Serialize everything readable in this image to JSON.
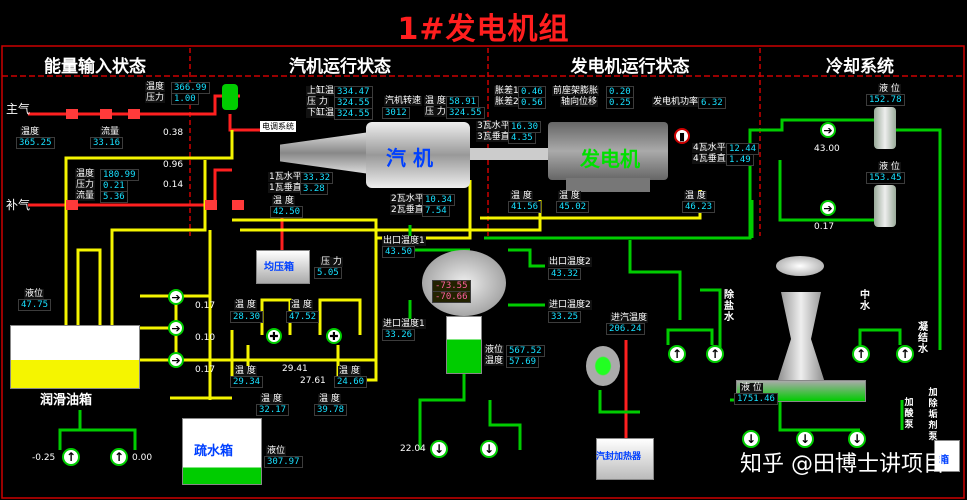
{
  "title": "1#发电机组",
  "sections": [
    "能量输入状态",
    "汽机运行状态",
    "发电机运行状态",
    "冷却系统"
  ],
  "inputs": {
    "main_steam": "主气",
    "make_up": "补气",
    "main_temp_label": "温度",
    "main_temp": "365.25",
    "flow_label": "流量",
    "flow": "33.16",
    "top_temp_label": "温度",
    "top_temp": "366.99",
    "top_pres_label": "压力",
    "top_pres": "1.00",
    "p1": "0.38",
    "p2": "0.96",
    "p3": "0.14",
    "aux_temp_label": "温度",
    "aux_temp": "180.99",
    "aux_pres_label": "压力",
    "aux_pres": "0.21",
    "aux_flow_label": "流量",
    "aux_flow": "5.36",
    "tank_level_label": "液位",
    "tank_level": "47.75",
    "tank_name": "润滑油箱",
    "pump_vals": [
      "0.17",
      "0.10",
      "0.17"
    ],
    "drain_name": "疏水箱",
    "drain_level_label": "液位",
    "drain_level": "307.97",
    "bottom_vals": [
      "-0.25",
      "0.00"
    ]
  },
  "turbine": {
    "name": "汽 机",
    "governor": "电调系统",
    "upper_cyl_label": "上缸温",
    "upper_cyl": "334.47",
    "pres_label": "压 力",
    "pres": "324.55",
    "lower_cyl_label": "下缸温",
    "lower_cyl": "324.55",
    "speed_label": "汽机转速",
    "speed": "3012",
    "temp_label": "温 度",
    "temp": "58.91",
    "pres2_label": "压 力",
    "pres2": "324.55",
    "vib1h_label": "1瓦水平",
    "vib1h": "33.32",
    "vib1v_label": "1瓦垂直",
    "vib1v": "3.28",
    "vib2h_label": "2瓦水平",
    "vib2h": "10.34",
    "vib2v_label": "2瓦垂直",
    "vib2v": "7.54",
    "vib3h_label": "3瓦水平",
    "vib3h": "16.30",
    "vib3v_label": "3瓦垂直",
    "vib3v": "4.35",
    "t_small_label": "温 度",
    "t_small": "42.50",
    "balance_name": "均压箱",
    "balance_pres_label": "压 力",
    "balance_pres": "5.05",
    "mid_temps": [
      {
        "label": "温 度",
        "value": "28.30"
      },
      {
        "label": "温 度",
        "value": "47.52"
      },
      {
        "label": "温 度",
        "value": "29.34"
      },
      {
        "label": "温 度",
        "value": "24.60"
      },
      {
        "label": "温 度",
        "value": "32.17"
      },
      {
        "label": "温 度",
        "value": "39.78"
      }
    ],
    "mid_flows": [
      "29.41",
      "27.61"
    ]
  },
  "generator": {
    "name": "发电机",
    "diff1_label": "胀差1",
    "diff1": "0.46",
    "diff2_label": "胀差2",
    "diff2": "0.56",
    "front_label": "前座架膨胀",
    "front": "0.20",
    "axial_label": "轴向位移",
    "axial": "0.25",
    "power_label": "发电机功率",
    "power": "6.32",
    "vib4h_label": "4瓦水平",
    "vib4h": "12.44",
    "vib4v_label": "4瓦垂直",
    "vib4v": "1.49",
    "t_a_label": "温 度",
    "t_a": "41.56",
    "t_b_label": "温 度",
    "t_b": "45.02",
    "t_c_label": "温 度",
    "t_c": "46.23",
    "outlet1_label": "出口温度1",
    "outlet1": "43.50",
    "outlet2_label": "出口温度2",
    "outlet2": "43.32",
    "inlet2_label": "进口温度2",
    "inlet2": "33.25",
    "inlet1_label": "进口温度1",
    "inlet1": "33.26",
    "cond_a": "-73.55",
    "cond_b": "-70.66",
    "cond_level_label": "液位",
    "cond_level": "567.52",
    "cond_temp_label": "温度",
    "cond_temp": "57.69",
    "steam_in_label": "进汽温度",
    "steam_in": "206.24",
    "heater_name": "汽封加热器",
    "bottom_flow": "22.04"
  },
  "cooling": {
    "level_a_label": "液 位",
    "level_a": "152.78",
    "level_b_label": "液 位",
    "level_b": "153.45",
    "flow_a": "43.00",
    "flow_b": "0.17",
    "desalt": "除盐水",
    "mid_water": "中水",
    "condensate": "凝结水",
    "dosing": "加酸泵",
    "descale": "加除垢剂泵",
    "tower_level_label": "液 位",
    "tower_level": "1751.46",
    "pool_name": "箱"
  },
  "watermark": "知乎 @田博士讲项目",
  "colors": {
    "pipe_yellow": "#f5f500",
    "pipe_green": "#00cc00",
    "pipe_red": "#ff2020",
    "value": "#18e0ff",
    "title": "#ff1e1e"
  }
}
